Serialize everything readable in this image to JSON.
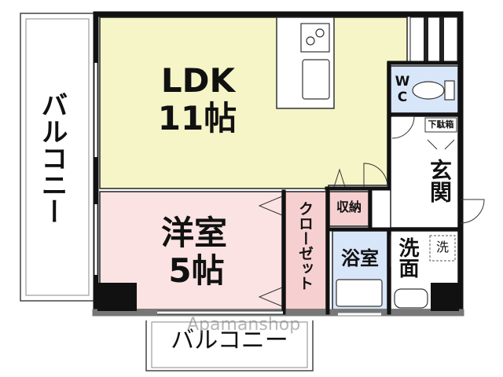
{
  "rooms": {
    "ldk": {
      "name": "LDK",
      "size": "11帖"
    },
    "western": {
      "name": "洋室",
      "size": "5帖"
    },
    "closet": "クローゼット",
    "storage": "収納",
    "bath": "浴室",
    "washroom": "洗面",
    "wc": "WC",
    "entrance": "玄関",
    "shoe_cabinet": "下駄箱",
    "washer": "洗"
  },
  "balconies": {
    "left": "バルコニー",
    "bottom": "バルコニー"
  },
  "watermark": "Apamanshop",
  "colors": {
    "ldk_fill": "#f5f5c8",
    "western_fill": "#fbe3e3",
    "closet_fill": "#f6d0d0",
    "storage_fill": "#f6d0d0",
    "bath_fill": "#d8e6fa",
    "wc_fill": "#d8e6fa",
    "wall": "#111111"
  }
}
